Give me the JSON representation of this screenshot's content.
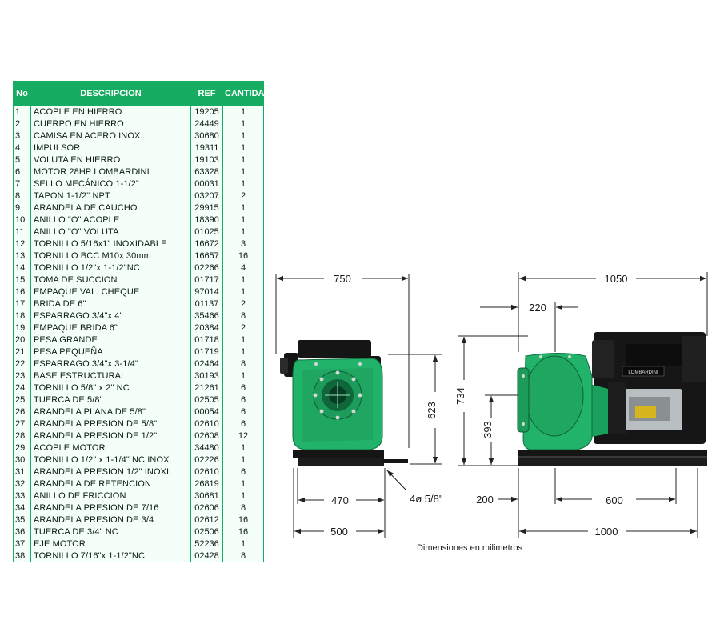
{
  "table": {
    "headers": {
      "no": "No",
      "desc": "DESCRIPCION",
      "ref": "REF",
      "qty": "CANTIDAD"
    },
    "rows": [
      {
        "no": "1",
        "desc": "ACOPLE EN HIERRO",
        "ref": "19205",
        "qty": "1"
      },
      {
        "no": "2",
        "desc": "CUERPO EN HIERRO",
        "ref": "24449",
        "qty": "1"
      },
      {
        "no": "3",
        "desc": "CAMISA EN ACERO INOX.",
        "ref": "30680",
        "qty": "1"
      },
      {
        "no": "4",
        "desc": "IMPULSOR",
        "ref": "19311",
        "qty": "1"
      },
      {
        "no": "5",
        "desc": "VOLUTA EN HIERRO",
        "ref": "19103",
        "qty": "1"
      },
      {
        "no": "6",
        "desc": "MOTOR 28HP LOMBARDINI",
        "ref": "63328",
        "qty": "1"
      },
      {
        "no": "7",
        "desc": "SELLO MECÁNICO 1-1/2\"",
        "ref": "00031",
        "qty": "1"
      },
      {
        "no": "8",
        "desc": "TAPON 1-1/2\" NPT",
        "ref": "03207",
        "qty": "2"
      },
      {
        "no": "9",
        "desc": "ARANDELA DE CAUCHO",
        "ref": "29915",
        "qty": "1"
      },
      {
        "no": "10",
        "desc": "ANILLO \"O\" ACOPLE",
        "ref": "18390",
        "qty": "1"
      },
      {
        "no": "11",
        "desc": "ANILLO \"O\" VOLUTA",
        "ref": "01025",
        "qty": "1"
      },
      {
        "no": "12",
        "desc": "TORNILLO 5/16x1\" INOXIDABLE",
        "ref": "16672",
        "qty": "3"
      },
      {
        "no": "13",
        "desc": "TORNILLO BCC M10x 30mm",
        "ref": "16657",
        "qty": "16"
      },
      {
        "no": "14",
        "desc": "TORNILLO 1/2\"x 1-1/2\"NC",
        "ref": "02266",
        "qty": "4"
      },
      {
        "no": "15",
        "desc": "TOMA DE SUCCION",
        "ref": "01717",
        "qty": "1"
      },
      {
        "no": "16",
        "desc": "EMPAQUE VAL. CHEQUE",
        "ref": "97014",
        "qty": "1"
      },
      {
        "no": "17",
        "desc": "BRIDA DE 6\"",
        "ref": "01137",
        "qty": "2"
      },
      {
        "no": "18",
        "desc": "ESPARRAGO 3/4\"x 4\"",
        "ref": "35466",
        "qty": "8"
      },
      {
        "no": "19",
        "desc": "EMPAQUE BRIDA 6\"",
        "ref": "20384",
        "qty": "2"
      },
      {
        "no": "20",
        "desc": "PESA GRANDE",
        "ref": "01718",
        "qty": "1"
      },
      {
        "no": "21",
        "desc": "PESA PEQUEÑA",
        "ref": "01719",
        "qty": "1"
      },
      {
        "no": "22",
        "desc": "ESPARRAGO 3/4\"x 3-1/4\"",
        "ref": "02464",
        "qty": "8"
      },
      {
        "no": "23",
        "desc": "BASE ESTRUCTURAL",
        "ref": "30193",
        "qty": "1"
      },
      {
        "no": "24",
        "desc": "TORNILLO 5/8\" x 2\" NC",
        "ref": "21261",
        "qty": "6"
      },
      {
        "no": "25",
        "desc": "TUERCA DE 5/8\"",
        "ref": "02505",
        "qty": "6"
      },
      {
        "no": "26",
        "desc": "ARANDELA PLANA DE 5/8\"",
        "ref": "00054",
        "qty": "6"
      },
      {
        "no": "27",
        "desc": "ARANDELA PRESION DE 5/8\"",
        "ref": "02610",
        "qty": "6"
      },
      {
        "no": "28",
        "desc": "ARANDELA PRESION DE 1/2\"",
        "ref": "02608",
        "qty": "12"
      },
      {
        "no": "29",
        "desc": "ACOPLE MOTOR",
        "ref": "34480",
        "qty": "1"
      },
      {
        "no": "30",
        "desc": "TORNILLO 1/2\" x 1-1/4\" NC INOX.",
        "ref": "02226",
        "qty": "1"
      },
      {
        "no": "31",
        "desc": "ARANDELA PRESION 1/2\" INOXI.",
        "ref": "02610",
        "qty": "6"
      },
      {
        "no": "32",
        "desc": "ARANDELA DE RETENCION",
        "ref": "26819",
        "qty": "1"
      },
      {
        "no": "33",
        "desc": "ANILLO DE FRICCION",
        "ref": "30681",
        "qty": "1"
      },
      {
        "no": "34",
        "desc": "ARANDELA PRESION DE 7/16",
        "ref": "02606",
        "qty": "8"
      },
      {
        "no": "35",
        "desc": "ARANDELA PRESION DE 3/4",
        "ref": "02612",
        "qty": "16"
      },
      {
        "no": "36",
        "desc": "TUERCA DE 3/4\" NC",
        "ref": "02506",
        "qty": "16"
      },
      {
        "no": "37",
        "desc": "EJE MOTOR",
        "ref": "52236",
        "qty": "1"
      },
      {
        "no": "38",
        "desc": "TORNILLO 7/16\"x 1-1/2\"NC",
        "ref": "02428",
        "qty": "8"
      }
    ]
  },
  "dimensions": {
    "front_width": "750",
    "front_height": "623",
    "front_base": "470",
    "front_base_outer": "500",
    "bolt_holes": "4ø 5/8\"",
    "side_length": "1050",
    "side_offset": "220",
    "side_height": "734",
    "side_axis_height": "393",
    "side_base_offset": "200",
    "side_base_inner": "600",
    "side_base_outer": "1000"
  },
  "caption": "Dimensiones en milimetros",
  "colors": {
    "accent_green": "#16ad62",
    "pump_green": "#22b36a",
    "pump_dark": "#141414"
  },
  "logos": {
    "engine_brand": "LOMBARDINI"
  }
}
